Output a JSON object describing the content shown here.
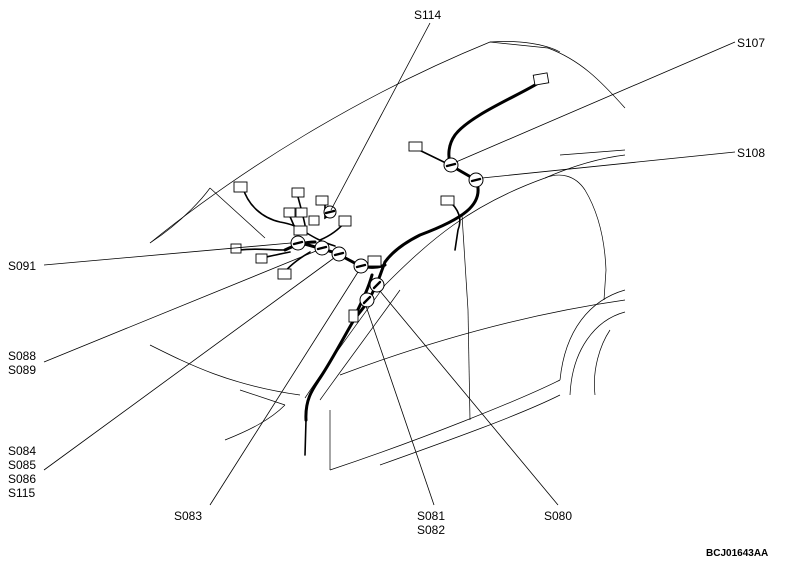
{
  "labels": {
    "s114": "S114",
    "s107": "S107",
    "s108": "S108",
    "s091": "S091",
    "s088": "S088",
    "s089": "S089",
    "s084": "S084",
    "s085": "S085",
    "s086": "S086",
    "s115": "S115",
    "s083": "S083",
    "s081": "S081",
    "s082": "S082",
    "s080": "S080"
  },
  "figure_code": "BCJ01643AA"
}
